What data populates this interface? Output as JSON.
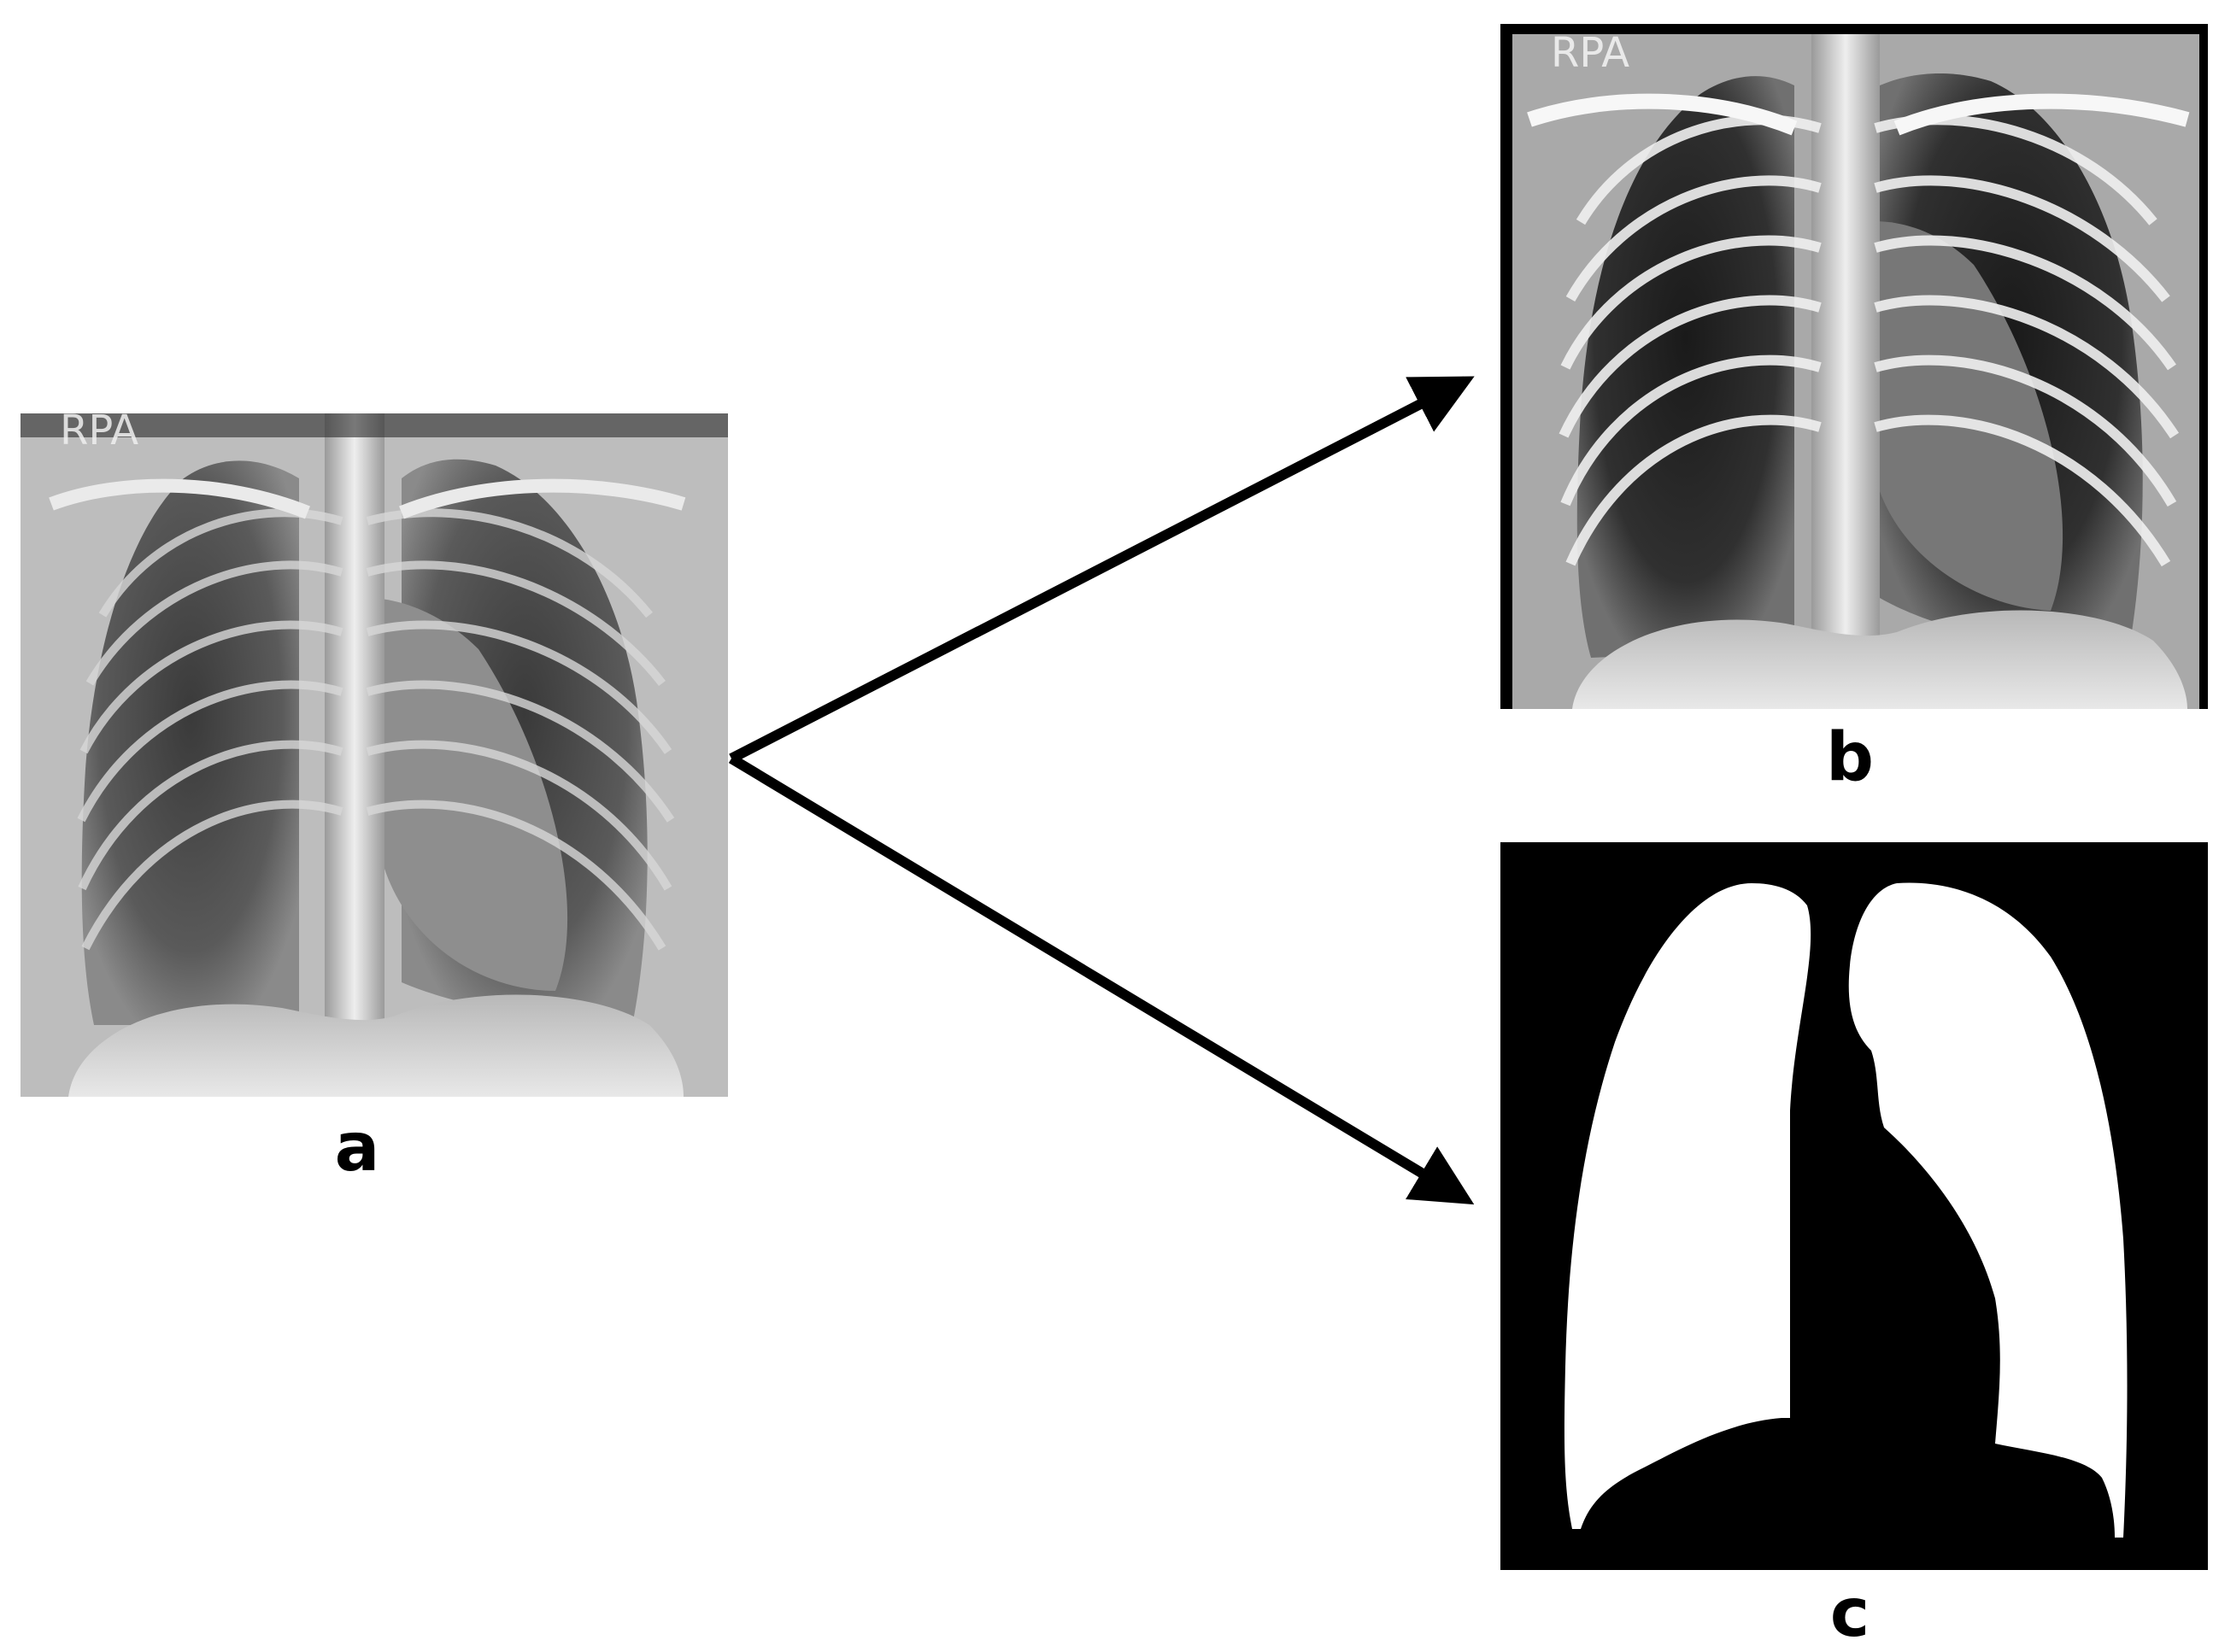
{
  "panels": [
    {
      "id": "a",
      "label": "a"
    },
    {
      "id": "b",
      "label": "b"
    },
    {
      "id": "c",
      "label": "c"
    }
  ],
  "xray_marker": "RPA",
  "colors": {
    "background": "#ffffff",
    "arrow": "#000000",
    "mask_background": "#000000",
    "mask_lung": "#ffffff"
  }
}
